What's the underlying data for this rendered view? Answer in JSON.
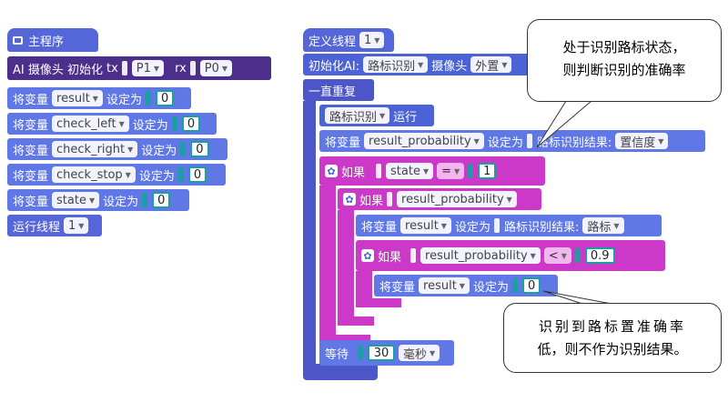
{
  "main": {
    "title": "主程序",
    "ai_init": {
      "label": "AI 摄像头 初始化",
      "tx_label": "tx",
      "tx_value": "P1",
      "rx_label": "rx",
      "rx_value": "P0"
    },
    "vars": [
      {
        "prefix": "将变量",
        "name": "result",
        "suffix": "设定为",
        "value": "0"
      },
      {
        "prefix": "将变量",
        "name": "check_left",
        "suffix": "设定为",
        "value": "0"
      },
      {
        "prefix": "将变量",
        "name": "check_right",
        "suffix": "设定为",
        "value": "0"
      },
      {
        "prefix": "将变量",
        "name": "check_stop",
        "suffix": "设定为",
        "value": "0"
      },
      {
        "prefix": "将变量",
        "name": "state",
        "suffix": "设定为",
        "value": "0"
      }
    ],
    "run_thread": {
      "label": "运行线程",
      "value": "1"
    }
  },
  "thread": {
    "define_label": "定义线程",
    "define_value": "1",
    "init_label": "初始化AI:",
    "init_mode": "路标识别",
    "camera_label": "摄像头",
    "camera_value": "外置",
    "forever_label": "一直重复",
    "recognize_mode": "路标识别",
    "recognize_run": "运行",
    "set_prob": {
      "prefix": "将变量",
      "name": "result_probability",
      "suffix": "设定为",
      "result_label": "路标识别结果:",
      "result_value": "置信度"
    },
    "if1": {
      "label": "如果",
      "var": "state",
      "op": "=",
      "value": "1"
    },
    "if2": {
      "label": "如果",
      "var": "result_probability"
    },
    "set_result": {
      "prefix": "将变量",
      "name": "result",
      "suffix": "设定为",
      "result_label": "路标识别结果:",
      "result_value": "路标"
    },
    "if3": {
      "label": "如果",
      "var": "result_probability",
      "op": "<",
      "value": "0.9"
    },
    "set_zero": {
      "prefix": "将变量",
      "name": "result",
      "suffix": "设定为",
      "value": "0"
    },
    "wait": {
      "label": "等待",
      "value": "30",
      "unit": "毫秒"
    }
  },
  "callouts": {
    "top": [
      "处于识别路标状态，",
      "则判断识别的准确率"
    ],
    "bottom": [
      "识别到路标置准确率",
      "低，则不作为识别结果。"
    ]
  },
  "colors": {
    "main_blue": "#5567d8",
    "init_navy": "#4b2f8a",
    "var_blue": "#5f78e6",
    "if_magenta": "#cc39c8",
    "number_teal": "#15a29c"
  }
}
